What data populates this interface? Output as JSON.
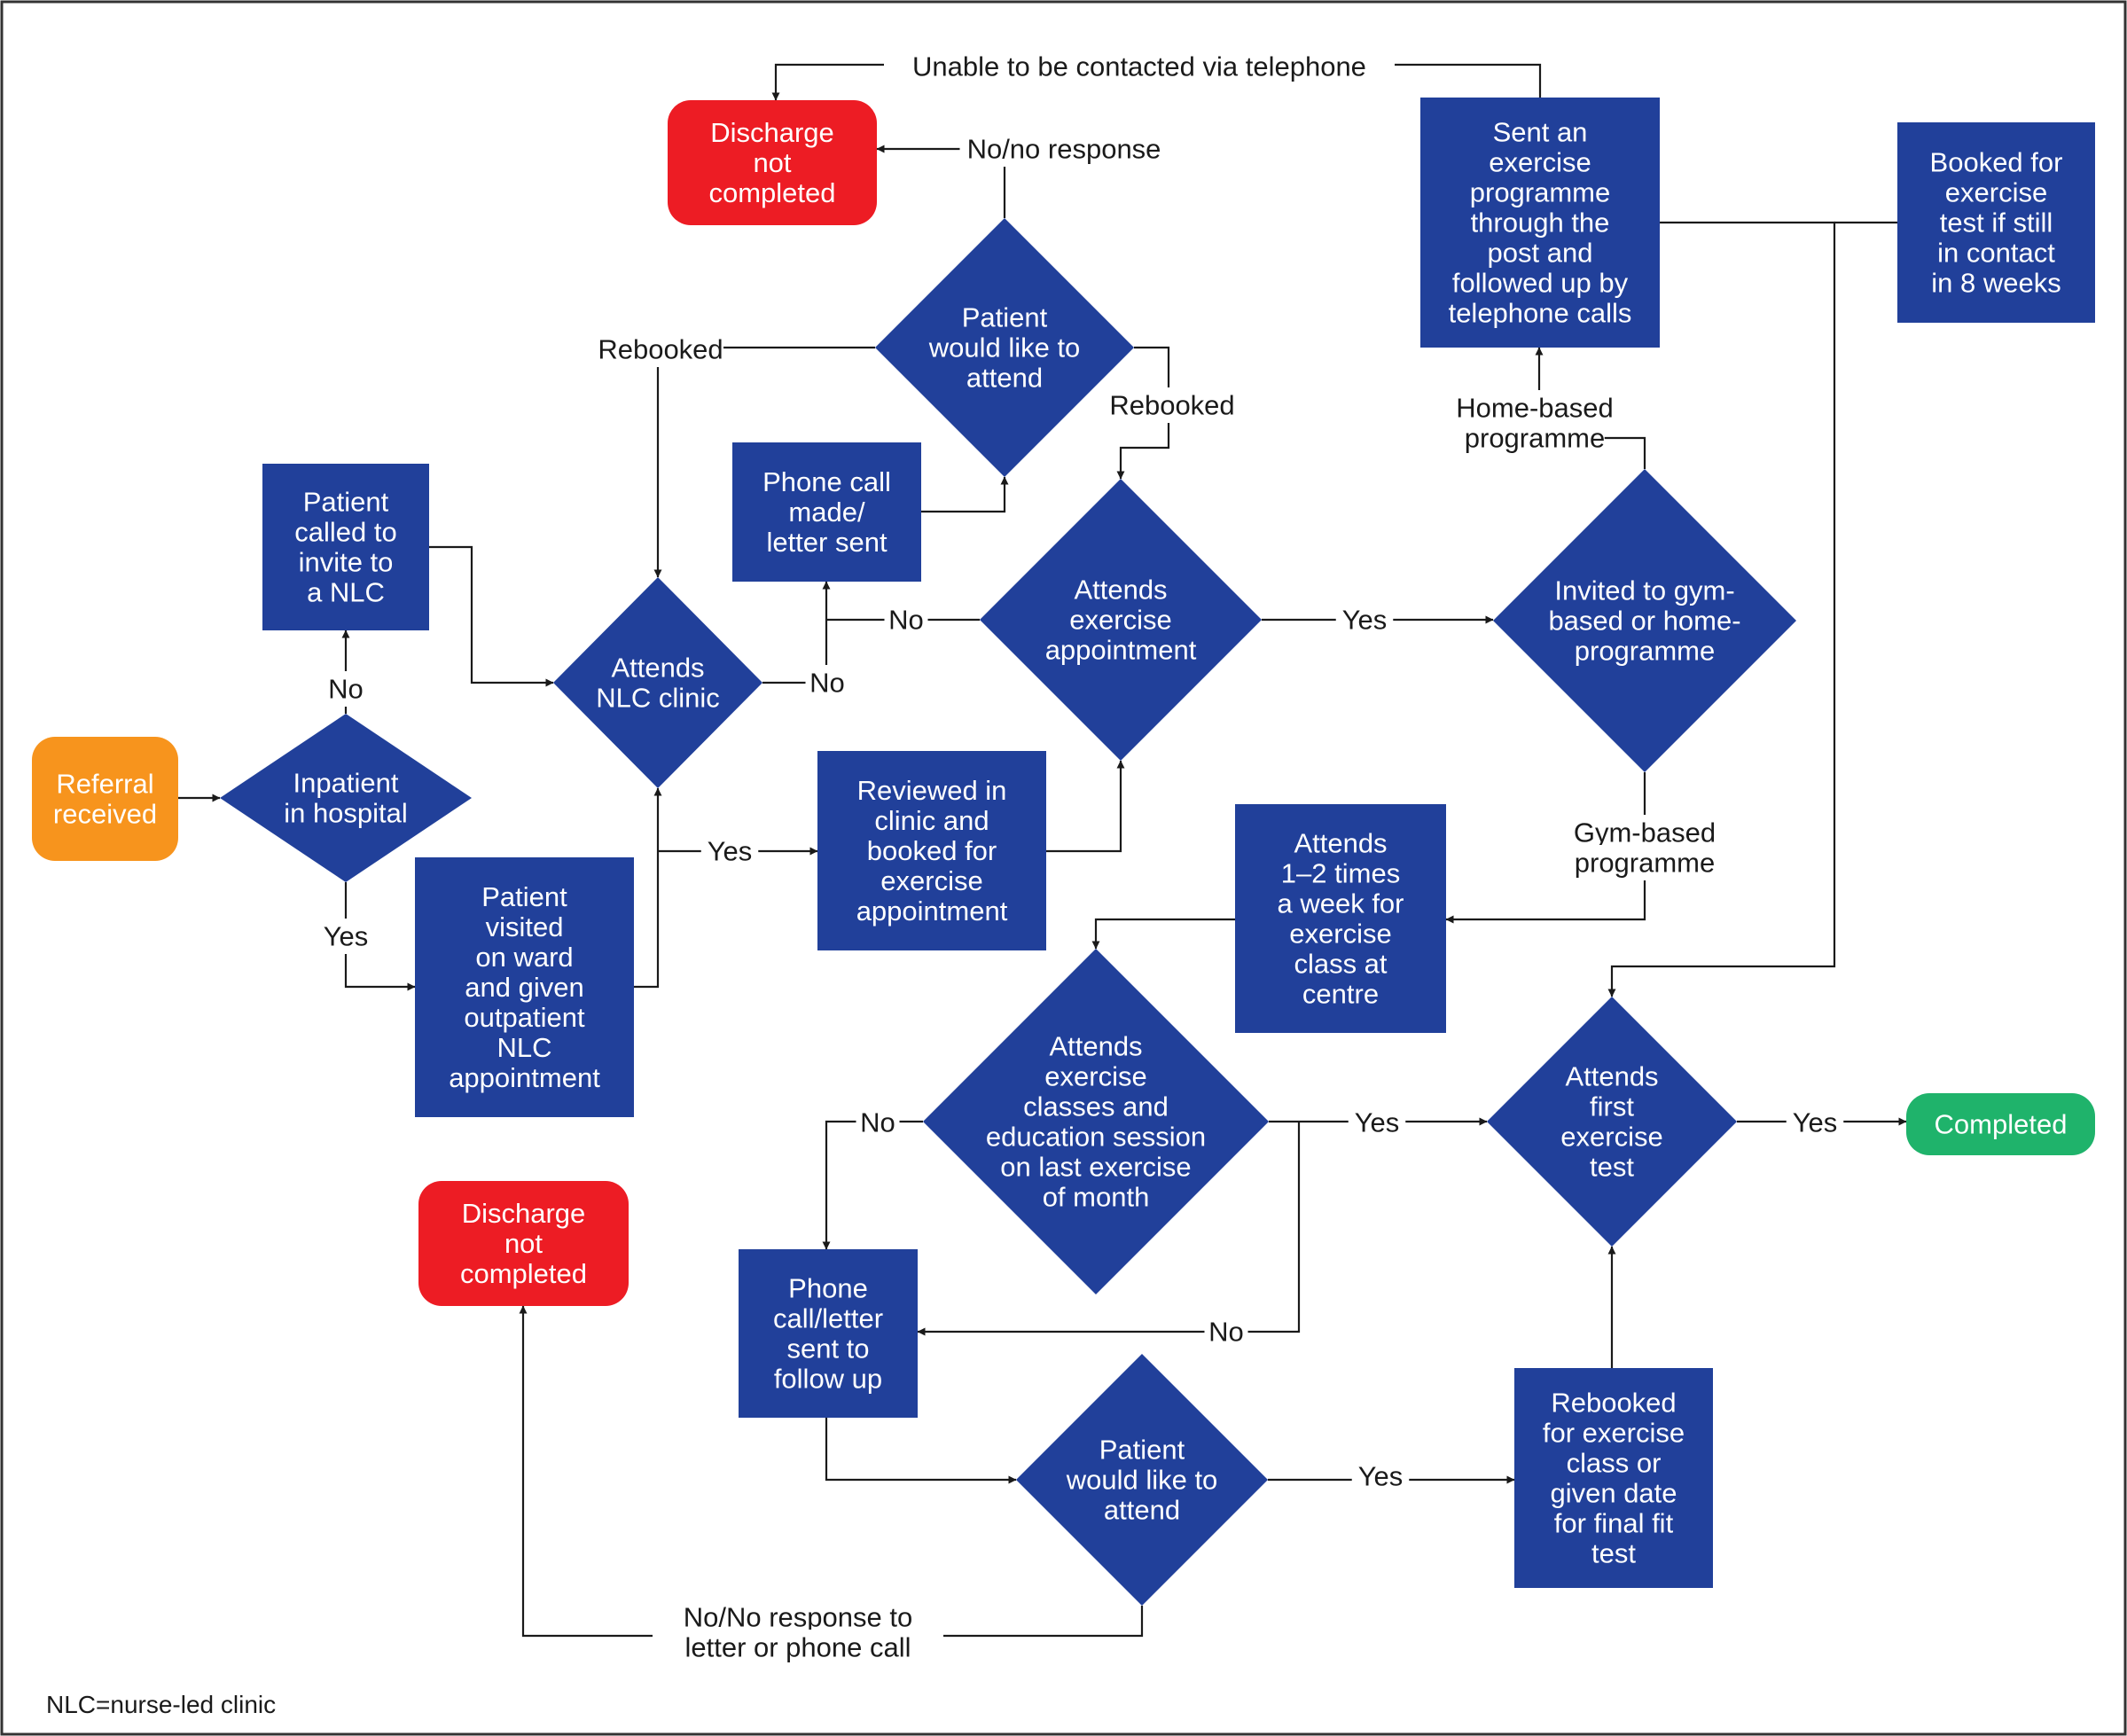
{
  "colors": {
    "process": "#21409a",
    "start": "#f7941d",
    "end_fail": "#ed1c24",
    "end_success": "#1fb36b",
    "line": "#1a1a1a",
    "frame": "#333333"
  },
  "nodes": {
    "referral": {
      "shape": "rounded",
      "color": "start",
      "lines": [
        "Referral",
        "received"
      ]
    },
    "inpatient": {
      "shape": "diamond",
      "color": "process",
      "lines": [
        "Inpatient",
        "in hospital"
      ]
    },
    "called_invite": {
      "shape": "rect",
      "color": "process",
      "lines": [
        "Patient",
        "called to",
        "invite to",
        "a NLC"
      ]
    },
    "visited_ward": {
      "shape": "rect",
      "color": "process",
      "lines": [
        "Patient",
        "visited",
        "on ward",
        "and given",
        "outpatient",
        "NLC",
        "appointment"
      ]
    },
    "attends_nlc": {
      "shape": "diamond",
      "color": "process",
      "lines": [
        "Attends",
        "NLC clinic"
      ]
    },
    "phone_made": {
      "shape": "rect",
      "color": "process",
      "lines": [
        "Phone call",
        "made/",
        "letter sent"
      ]
    },
    "would_attend_top": {
      "shape": "diamond",
      "color": "process",
      "lines": [
        "Patient",
        "would like to",
        "attend"
      ]
    },
    "discharge_top": {
      "shape": "rounded",
      "color": "end_fail",
      "lines": [
        "Discharge",
        "not",
        "completed"
      ]
    },
    "reviewed": {
      "shape": "rect",
      "color": "process",
      "lines": [
        "Reviewed in",
        "clinic and",
        "booked for",
        "exercise",
        "appointment"
      ]
    },
    "attends_appt": {
      "shape": "diamond",
      "color": "process",
      "lines": [
        "Attends",
        "exercise",
        "appointment"
      ]
    },
    "invited": {
      "shape": "diamond",
      "color": "process",
      "lines": [
        "Invited to gym-",
        "based or home-",
        "programme"
      ]
    },
    "sent_programme": {
      "shape": "rect",
      "color": "process",
      "lines": [
        "Sent an",
        "exercise",
        "programme",
        "through the",
        "post and",
        "followed up by",
        "telephone calls"
      ]
    },
    "booked_test": {
      "shape": "rect",
      "color": "process",
      "lines": [
        "Booked for",
        "exercise",
        "test if still",
        "in contact",
        "in 8 weeks"
      ]
    },
    "attends_centre": {
      "shape": "rect",
      "color": "process",
      "lines": [
        "Attends",
        "1–2 times",
        "a week for",
        "exercise",
        "class at",
        "centre"
      ]
    },
    "attends_classes": {
      "shape": "diamond",
      "color": "process",
      "lines": [
        "Attends",
        "exercise",
        "classes and",
        "education session",
        "on last exercise",
        "of month"
      ]
    },
    "attends_first": {
      "shape": "diamond",
      "color": "process",
      "lines": [
        "Attends",
        "first",
        "exercise",
        "test"
      ]
    },
    "completed": {
      "shape": "rounded",
      "color": "end_success",
      "lines": [
        "Completed"
      ]
    },
    "phone_follow": {
      "shape": "rect",
      "color": "process",
      "lines": [
        "Phone",
        "call/letter",
        "sent to",
        "follow up"
      ]
    },
    "would_attend_bottom": {
      "shape": "diamond",
      "color": "process",
      "lines": [
        "Patient",
        "would like to",
        "attend"
      ]
    },
    "rebooked": {
      "shape": "rect",
      "color": "process",
      "lines": [
        "Rebooked",
        "for exercise",
        "class or",
        "given date",
        "for final fit",
        "test"
      ]
    },
    "discharge_bottom": {
      "shape": "rounded",
      "color": "end_fail",
      "lines": [
        "Discharge",
        "not",
        "completed"
      ]
    }
  },
  "edge_labels": {
    "no_invite": [
      "No"
    ],
    "yes_ward": [
      "Yes"
    ],
    "no_nlc": [
      "No"
    ],
    "yes_nlc": [
      "Yes"
    ],
    "no_appt": [
      "No"
    ],
    "yes_appt": [
      "Yes"
    ],
    "rebooked_left": [
      "Rebooked"
    ],
    "rebooked_right": [
      "Rebooked"
    ],
    "no_response": [
      "No/no response"
    ],
    "unable_contact": [
      "Unable to be contacted via telephone"
    ],
    "home_based": [
      "Home-based",
      "programme"
    ],
    "gym_based": [
      "Gym-based",
      "programme"
    ],
    "no_classes": [
      "No"
    ],
    "yes_classes": [
      "Yes"
    ],
    "no_return": [
      "No"
    ],
    "yes_first": [
      "Yes"
    ],
    "yes_bottom": [
      "Yes"
    ],
    "no_response_bottom": [
      "No/No response to",
      "letter or phone call"
    ]
  },
  "footnote": "NLC=nurse-led clinic"
}
